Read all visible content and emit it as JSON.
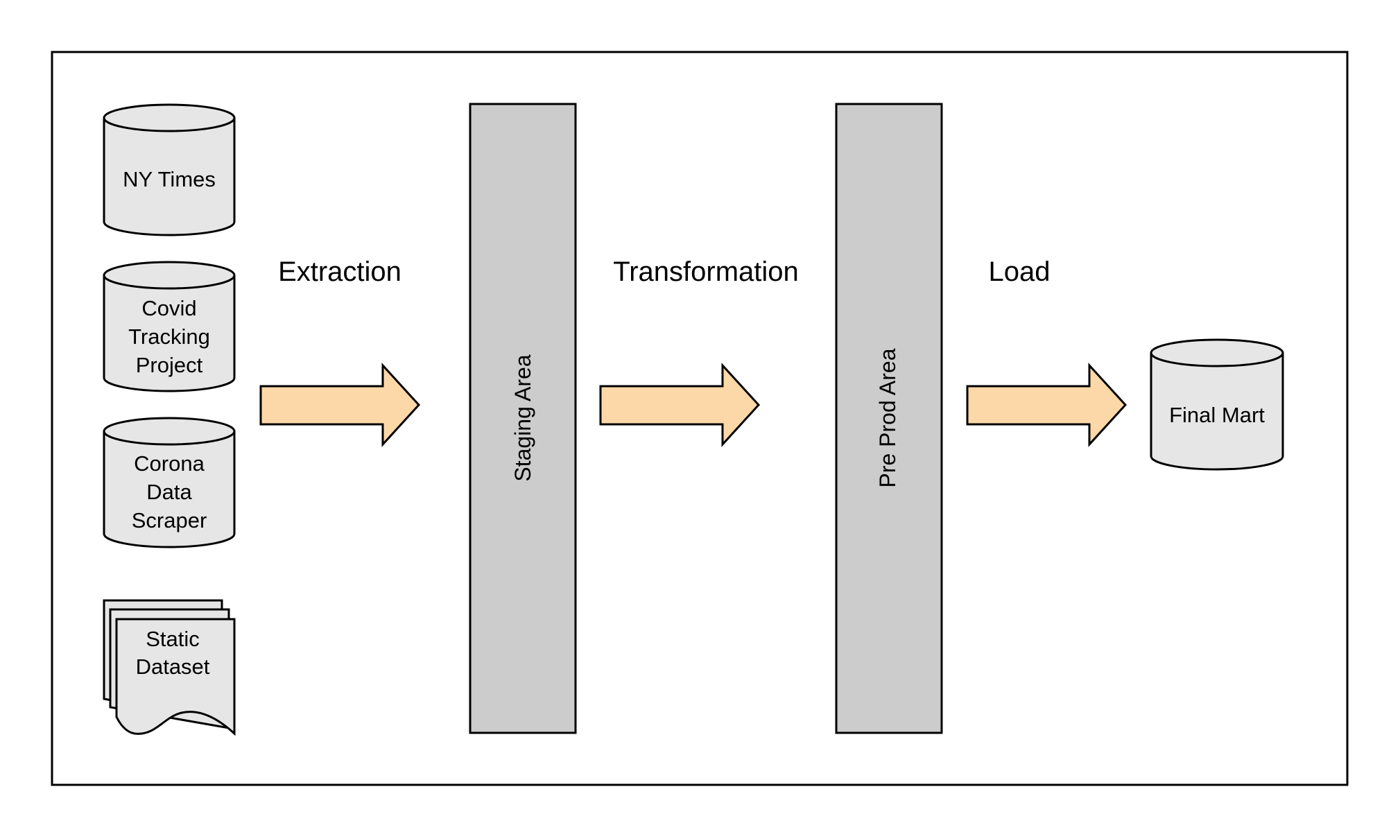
{
  "diagram": {
    "sources": [
      {
        "id": "ny-times",
        "kind": "database",
        "lines": [
          "NY Times"
        ]
      },
      {
        "id": "covid-tracking-project",
        "kind": "database",
        "lines": [
          "Covid",
          "Tracking",
          "Project"
        ]
      },
      {
        "id": "corona-data-scraper",
        "kind": "database",
        "lines": [
          "Corona",
          "Data",
          "Scraper"
        ]
      },
      {
        "id": "static-dataset",
        "kind": "multi-document",
        "lines": [
          "Static",
          "Dataset"
        ]
      }
    ],
    "stages": {
      "extraction": "Extraction",
      "transformation": "Transformation",
      "load": "Load"
    },
    "areas": {
      "staging": "Staging Area",
      "pre_prod": "Pre Prod Area"
    },
    "target": {
      "id": "final-mart",
      "kind": "database",
      "lines": [
        "Final Mart"
      ]
    },
    "connections": [
      {
        "from": "sources",
        "to": "staging",
        "label_key": "extraction"
      },
      {
        "from": "staging",
        "to": "pre_prod",
        "label_key": "transformation"
      },
      {
        "from": "pre_prod",
        "to": "final-mart",
        "label_key": "load"
      }
    ]
  },
  "colors": {
    "frame_stroke": "#000000",
    "cylinder_fill": "#e6e6e6",
    "area_fill": "#cccccc",
    "arrow_fill": "#fcd8a8",
    "stroke": "#000000"
  }
}
